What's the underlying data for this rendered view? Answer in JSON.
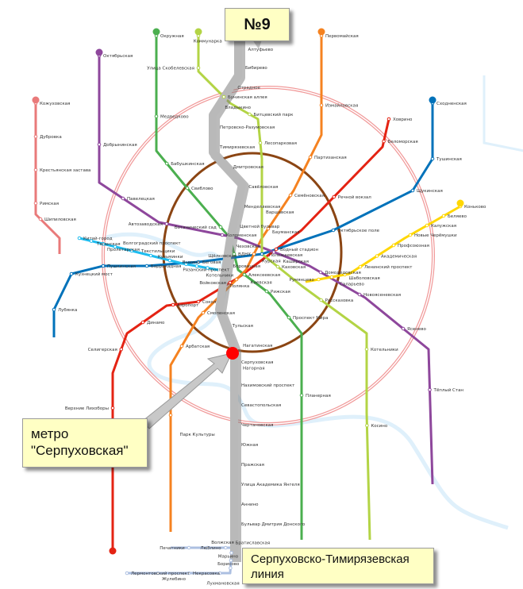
{
  "callouts": {
    "line_number": "№9",
    "station_callout": "метро \"Серпуховская\"",
    "line_callout": "Серпуховско-Тимирязевская линия"
  },
  "highlight": {
    "line": "9",
    "station": "Серпуховская",
    "color": "#b9b9b9",
    "marker_color": "#ff0000"
  },
  "lines": [
    {
      "id": "1",
      "color": "#e42313"
    },
    {
      "id": "2",
      "color": "#4baf4f"
    },
    {
      "id": "3",
      "color": "#0072ba"
    },
    {
      "id": "4",
      "color": "#1ebcef"
    },
    {
      "id": "5",
      "color": "#8b4513"
    },
    {
      "id": "6",
      "color": "#f58220"
    },
    {
      "id": "7",
      "color": "#8e479c"
    },
    {
      "id": "8",
      "color": "#ffd702"
    },
    {
      "id": "9",
      "color": "#a1a2a3"
    },
    {
      "id": "10",
      "color": "#b3d445"
    },
    {
      "id": "12",
      "color": "#acbfe1"
    },
    {
      "id": "14",
      "color": "#e97a7a"
    }
  ],
  "line9_stations": [
    "Алтуфьево",
    "Бибирево",
    "Отрадное",
    "Владыкино",
    "Петровско-Разумовская",
    "Тимирязевская",
    "Дмитровская",
    "Савёловская",
    "Менделеевская",
    "Цветной бульвар",
    "Чеховская",
    "Боровицкая",
    "Полянка",
    "Серпуховская",
    "Тульская",
    "Нагатинская",
    "Нагорная",
    "Нахимовский проспект",
    "Севастопольская",
    "Чертановская",
    "Южная",
    "Пражская",
    "Улица Академика Янгеля",
    "Аннино",
    "Бульвар Дмитрия Донского"
  ],
  "other_stations": [
    "Ховрино",
    "Беломорская",
    "Речной вокзал",
    "Водный стадион",
    "Войковская",
    "Сокол",
    "Аэропорт",
    "Динамо",
    "Селигерская",
    "Верхние Лихоборы",
    "Окружная",
    "Медведково",
    "Бабушкинская",
    "Свиблово",
    "Ботанический сад",
    "ВДНХ",
    "Алексеевская",
    "Рижская",
    "Проспект Мира",
    "Планерная",
    "Сходненская",
    "Тушинская",
    "Щукинская",
    "Октябрьское поле",
    "Полежаевская",
    "Беговая",
    "Баррикадная",
    "Пушкинская",
    "Кузнецкий мост",
    "Лубянка",
    "Китай-город",
    "Таганская",
    "Пролетарская",
    "Волгоградский проспект",
    "Текстильщики",
    "Кузьминки",
    "Рязанский проспект",
    "Выхино",
    "Котельники",
    "Щёлковская",
    "Первомайская",
    "Измайловская",
    "Партизанская",
    "Семёновская",
    "Бауманская",
    "Курская",
    "Киевская",
    "Смоленская",
    "Арбатская",
    "Парк Культуры",
    "Октябрьская",
    "Добрынинская",
    "Павелецкая",
    "Автозаводская",
    "Коломенская",
    "Каширская",
    "Домодедовская",
    "Новоясеневская",
    "Ясенево",
    "Тёплый Стан",
    "Коньково",
    "Беляево",
    "Калужская",
    "Новые Черёмушки",
    "Профсоюзная",
    "Академическая",
    "Ленинский проспект",
    "Шаболовская",
    "Саларьево",
    "Румянцево",
    "Коммунарка",
    "Улица Скобелевская",
    "Бунинская аллея",
    "Битцевский парк",
    "Лесопарковая",
    "Варшавская",
    "Каховская",
    "Рассказовка",
    "Котельники",
    "Косино",
    "Лермонтовский проспект",
    "Жулебино",
    "Некрасовка",
    "Лухмановская",
    "Борисово",
    "Марьино",
    "Братиславская",
    "Люблино",
    "Волжская",
    "Печатники",
    "Кожуховская",
    "Дубровка",
    "Крестьянская застава",
    "Римская",
    "Шипиловская"
  ]
}
